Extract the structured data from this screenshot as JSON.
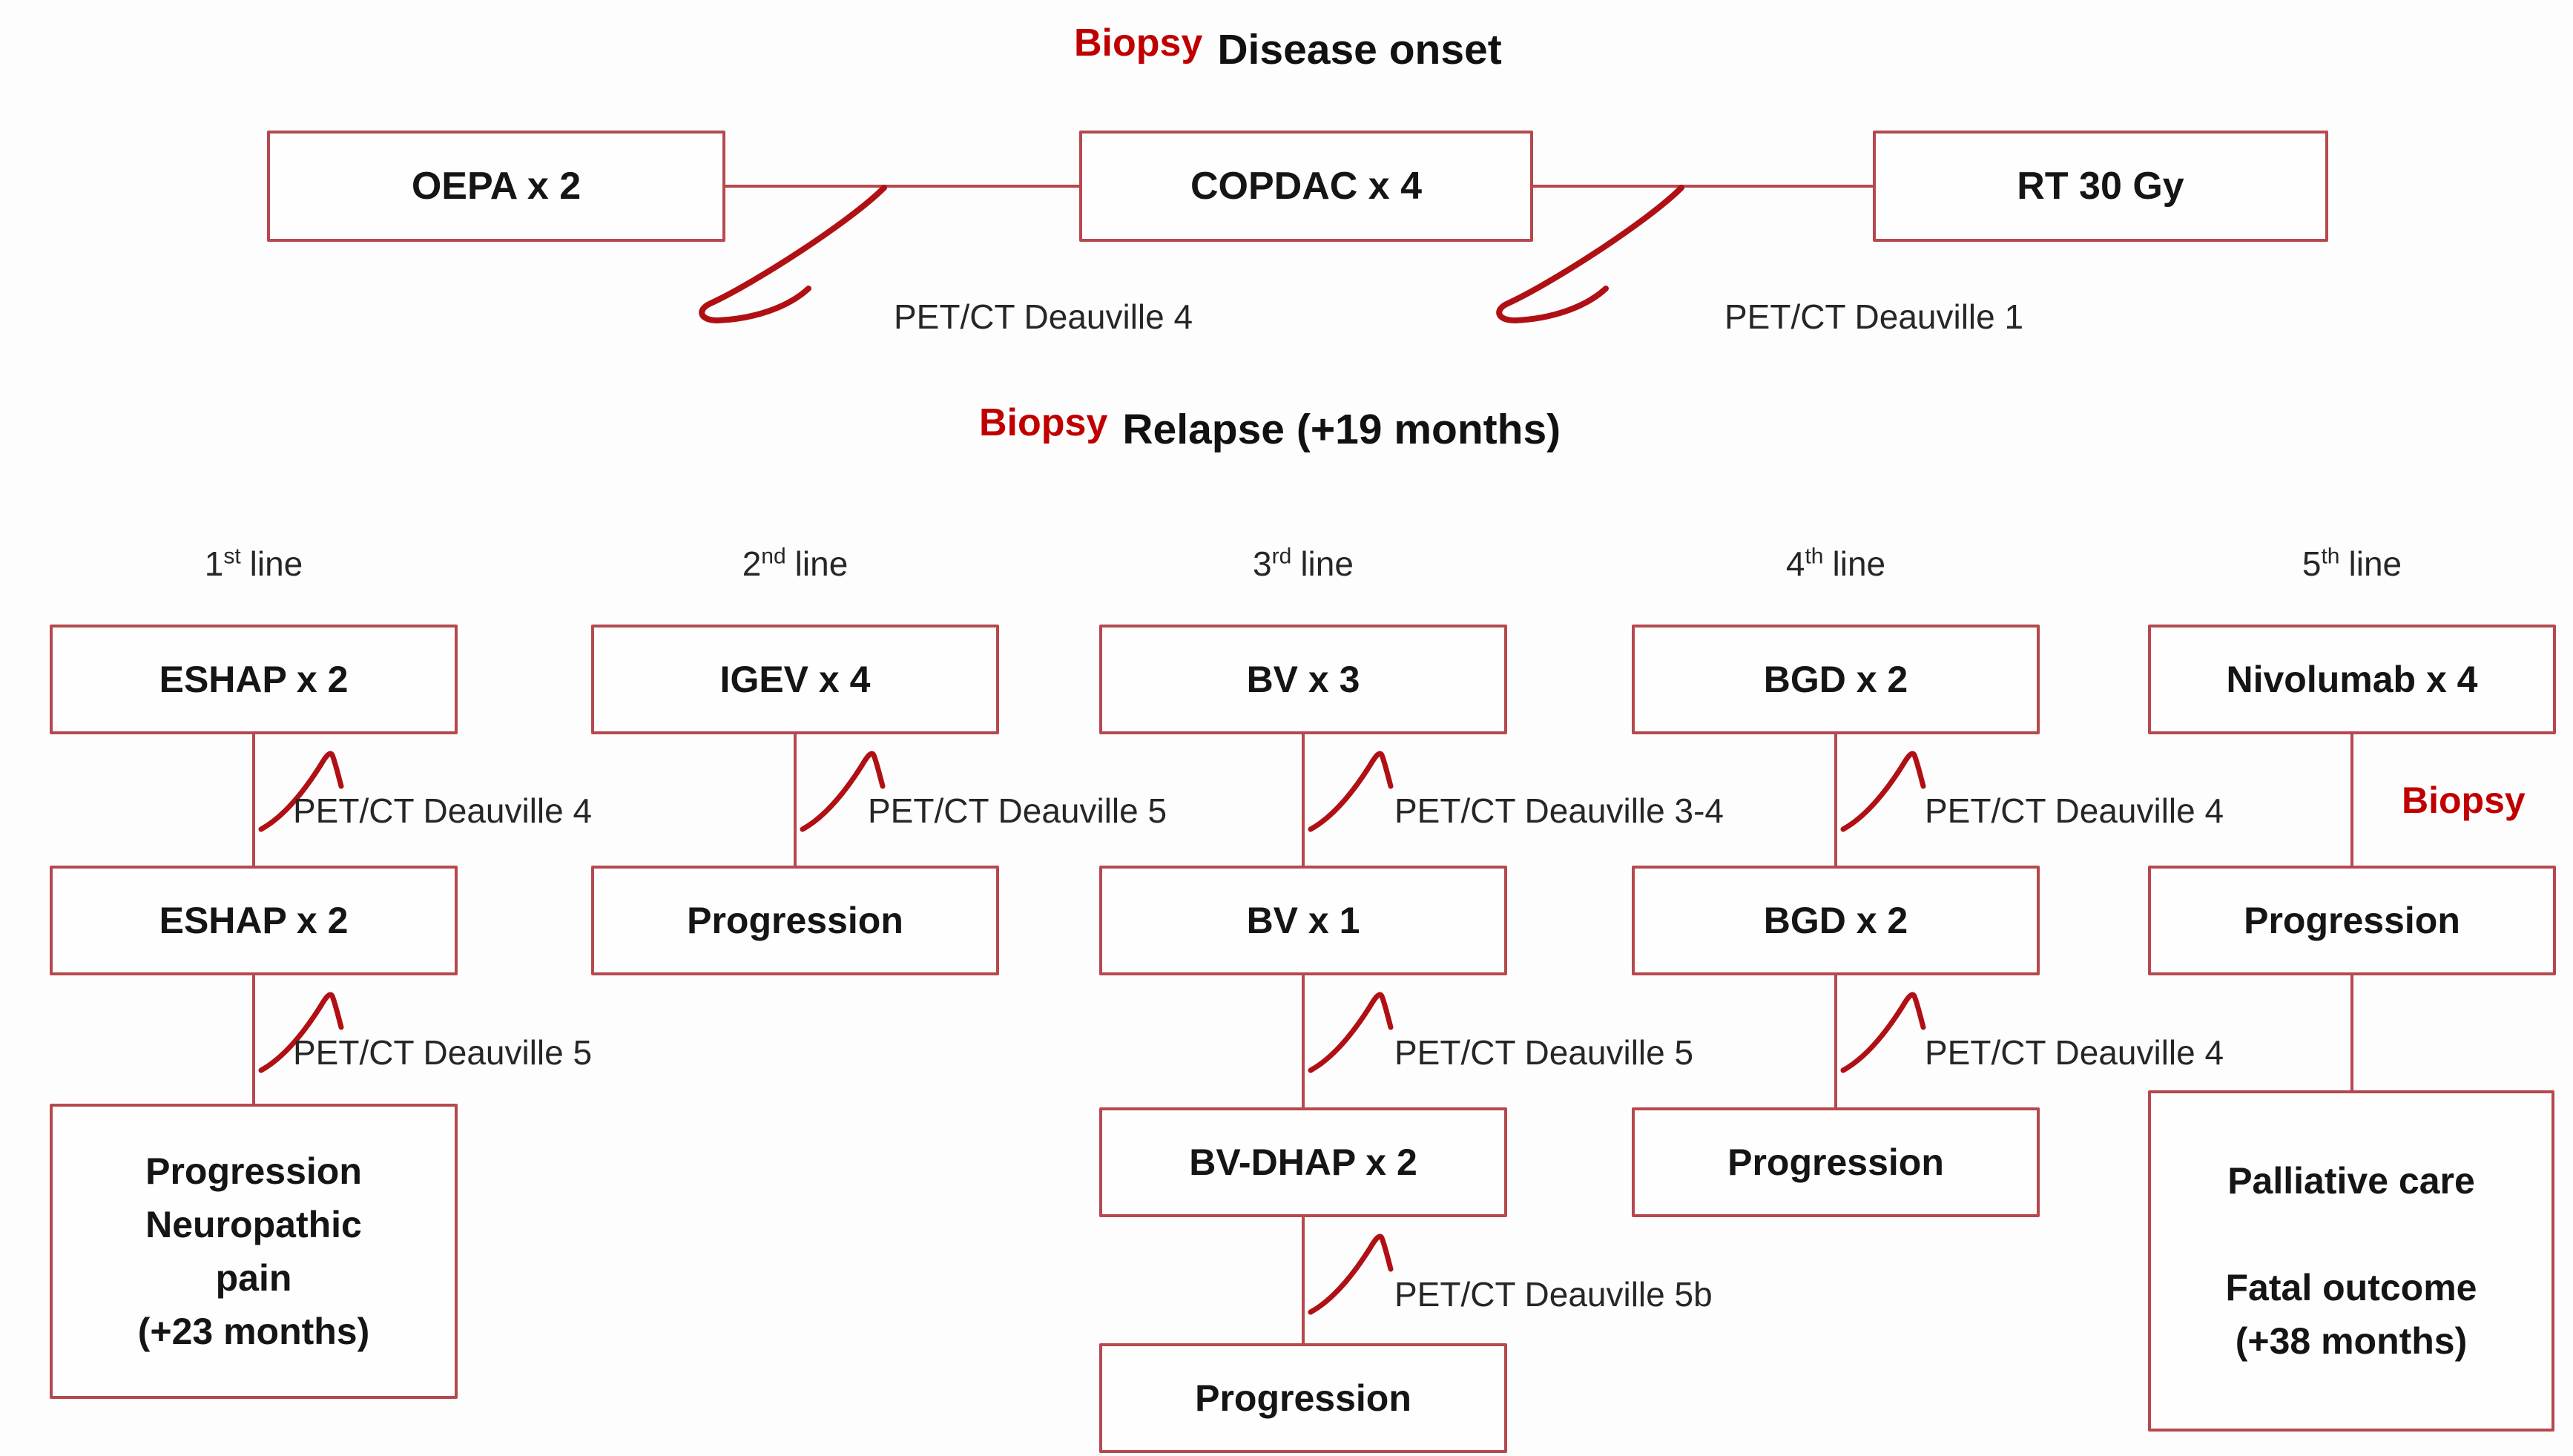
{
  "palette": {
    "box_border": "#b5494e",
    "connector": "#b5494e",
    "tick_red": "#b01014",
    "accent_red": "#c00000",
    "text": "#1c1c1c"
  },
  "onset": {
    "biopsy_label": "Biopsy",
    "title": "Disease onset",
    "boxes": [
      {
        "label": "OEPA x 2"
      },
      {
        "label": "COPDAC x 4"
      },
      {
        "label": "RT 30 Gy"
      }
    ],
    "pet_labels": [
      {
        "label": "PET/CT Deauville 4"
      },
      {
        "label": "PET/CT Deauville 1"
      }
    ]
  },
  "relapse": {
    "biopsy_label": "Biopsy",
    "title": "Relapse (+19 months)"
  },
  "lines": [
    {
      "header": {
        "ordinal": "1",
        "suffix": "st",
        "word": "line"
      },
      "box1": "ESHAP x 2",
      "pet1": "PET/CT Deauville 4",
      "box2": "ESHAP x 2",
      "pet2": "PET/CT Deauville 5",
      "final": {
        "l1": "Progression",
        "l2": "Neuropathic",
        "l3": "pain",
        "l4": "(+23 months)"
      }
    },
    {
      "header": {
        "ordinal": "2",
        "suffix": "nd",
        "word": "line"
      },
      "box1": "IGEV x 4",
      "pet1": "PET/CT Deauville 5",
      "box2": "Progression"
    },
    {
      "header": {
        "ordinal": "3",
        "suffix": "rd",
        "word": "line"
      },
      "box1": "BV x 3",
      "pet1": "PET/CT Deauville 3-4",
      "box2": "BV x 1",
      "pet2": "PET/CT Deauville 5",
      "box3": "BV-DHAP x 2",
      "pet3": "PET/CT Deauville 5b",
      "box4": "Progression"
    },
    {
      "header": {
        "ordinal": "4",
        "suffix": "th",
        "word": "line"
      },
      "box1": "BGD x 2",
      "pet1": "PET/CT Deauville 4",
      "box2": "BGD x 2",
      "pet2": "PET/CT Deauville 4",
      "box3": "Progression"
    },
    {
      "header": {
        "ordinal": "5",
        "suffix": "th",
        "word": "line"
      },
      "box1": "Nivolumab x 4",
      "biopsy_label": "Biopsy",
      "box2": "Progression",
      "final": {
        "l1": "Palliative care",
        "l2": "",
        "l3": "Fatal outcome",
        "l4": "(+38 months)"
      }
    }
  ]
}
